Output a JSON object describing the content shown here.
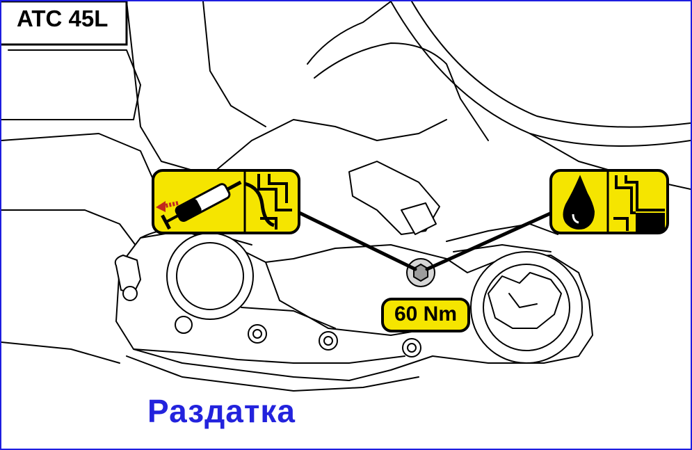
{
  "diagram": {
    "model_label": "ATC 45L",
    "torque_label": "60 Nm",
    "caption": "Раздатка",
    "icons": [
      "oil-suction-pump-icon",
      "fill-level-icon",
      "oil-drop-icon",
      "oil-level-full-icon"
    ],
    "colors": {
      "border": "#1e1ee0",
      "caption": "#2323dd",
      "callout_fill": "#f5e500",
      "line": "#000000",
      "plug": "#b0b0b0"
    }
  }
}
